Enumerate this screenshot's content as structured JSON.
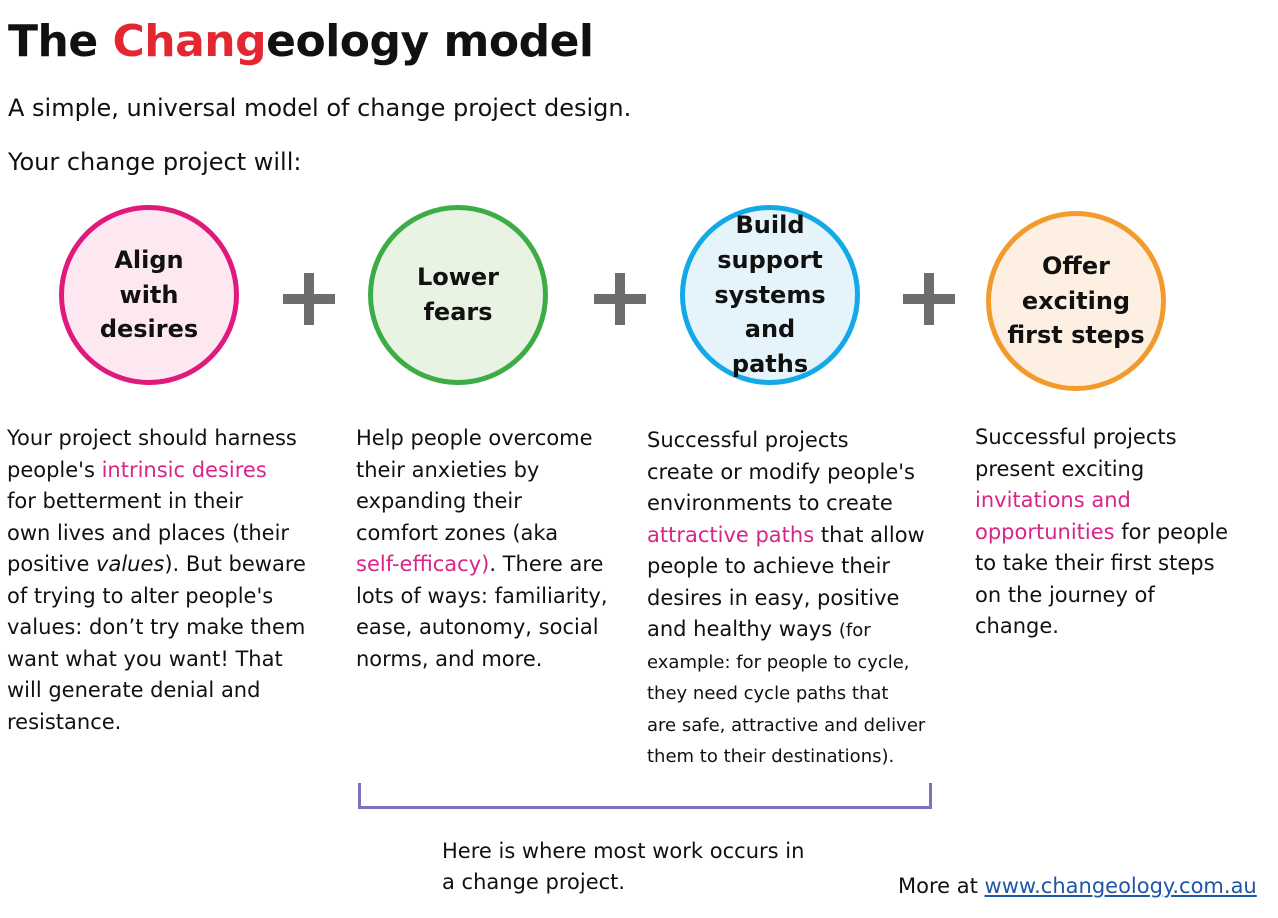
{
  "header": {
    "title_prefix": "The ",
    "title_accent": "Chang",
    "title_suffix": "eology model",
    "subtitle": "A simple, universal model of change project design.",
    "intro": "Your change project will:"
  },
  "colors": {
    "title_accent": "#e3262f",
    "highlight": "#d8258a",
    "plus": "#6d6d6d",
    "bracket": "#7b74b8",
    "link": "#1e57a8"
  },
  "steps": [
    {
      "label_lines": [
        "Align",
        "with",
        "desires"
      ],
      "border": "#e0197d",
      "fill": "#fde8f2",
      "description": [
        [
          "Your project should harness"
        ],
        [
          "people's ",
          {
            "hl": "intrinsic desires"
          }
        ],
        [
          "for betterment in their"
        ],
        [
          "own lives and places (their"
        ],
        [
          "positive ",
          {
            "em": "values"
          },
          "). But beware"
        ],
        [
          "of trying to alter people's"
        ],
        [
          "values: don’t try make them"
        ],
        [
          "want what you want! That"
        ],
        [
          "will generate denial and"
        ],
        [
          "resistance."
        ]
      ]
    },
    {
      "label_lines": [
        "Lower",
        "fears"
      ],
      "border": "#3cac47",
      "fill": "#e9f3e3",
      "description": [
        [
          "Help people overcome"
        ],
        [
          "their anxieties by"
        ],
        [
          "expanding their"
        ],
        [
          "comfort zones (aka"
        ],
        [
          {
            "hl": "self-efficacy)"
          },
          ".  There are"
        ],
        [
          "lots of ways: familiarity,"
        ],
        [
          "ease, autonomy, social"
        ],
        [
          "norms, and more."
        ]
      ]
    },
    {
      "label_lines": [
        "Build",
        "support",
        "systems and",
        "paths"
      ],
      "border": "#12a9e6",
      "fill": "#e5f4fb",
      "description": [
        [
          "Successful projects"
        ],
        [
          "create or modify people's"
        ],
        [
          "environments to create"
        ],
        [
          {
            "hl": "attractive paths"
          },
          " that allow"
        ],
        [
          "people to achieve their"
        ],
        [
          "desires in easy, positive"
        ],
        [
          "and healthy ways ",
          {
            "small": "(for"
          }
        ],
        [
          {
            "small": "example: for people to cycle,"
          }
        ],
        [
          {
            "small": "they need cycle paths that"
          }
        ],
        [
          {
            "small": "are safe, attractive and deliver"
          }
        ],
        [
          {
            "small": "them to their destinations)."
          }
        ]
      ]
    },
    {
      "label_lines": [
        "Offer",
        "exciting",
        "first steps"
      ],
      "border": "#f39a2c",
      "fill": "#fdf0e2",
      "description": [
        [
          "Successful projects"
        ],
        [
          "present exciting"
        ],
        [
          {
            "hl": "invitations and"
          }
        ],
        [
          {
            "hl": "opportunities"
          },
          " for people"
        ],
        [
          "to take their first steps"
        ],
        [
          "on the journey of"
        ],
        [
          "change."
        ]
      ]
    }
  ],
  "operator_symbol": "+",
  "bracket_note_lines": [
    "Here is where most work occurs in",
    "a change project."
  ],
  "footer": {
    "more_prefix": "More at ",
    "link_text": "www.changeology.com.au"
  }
}
